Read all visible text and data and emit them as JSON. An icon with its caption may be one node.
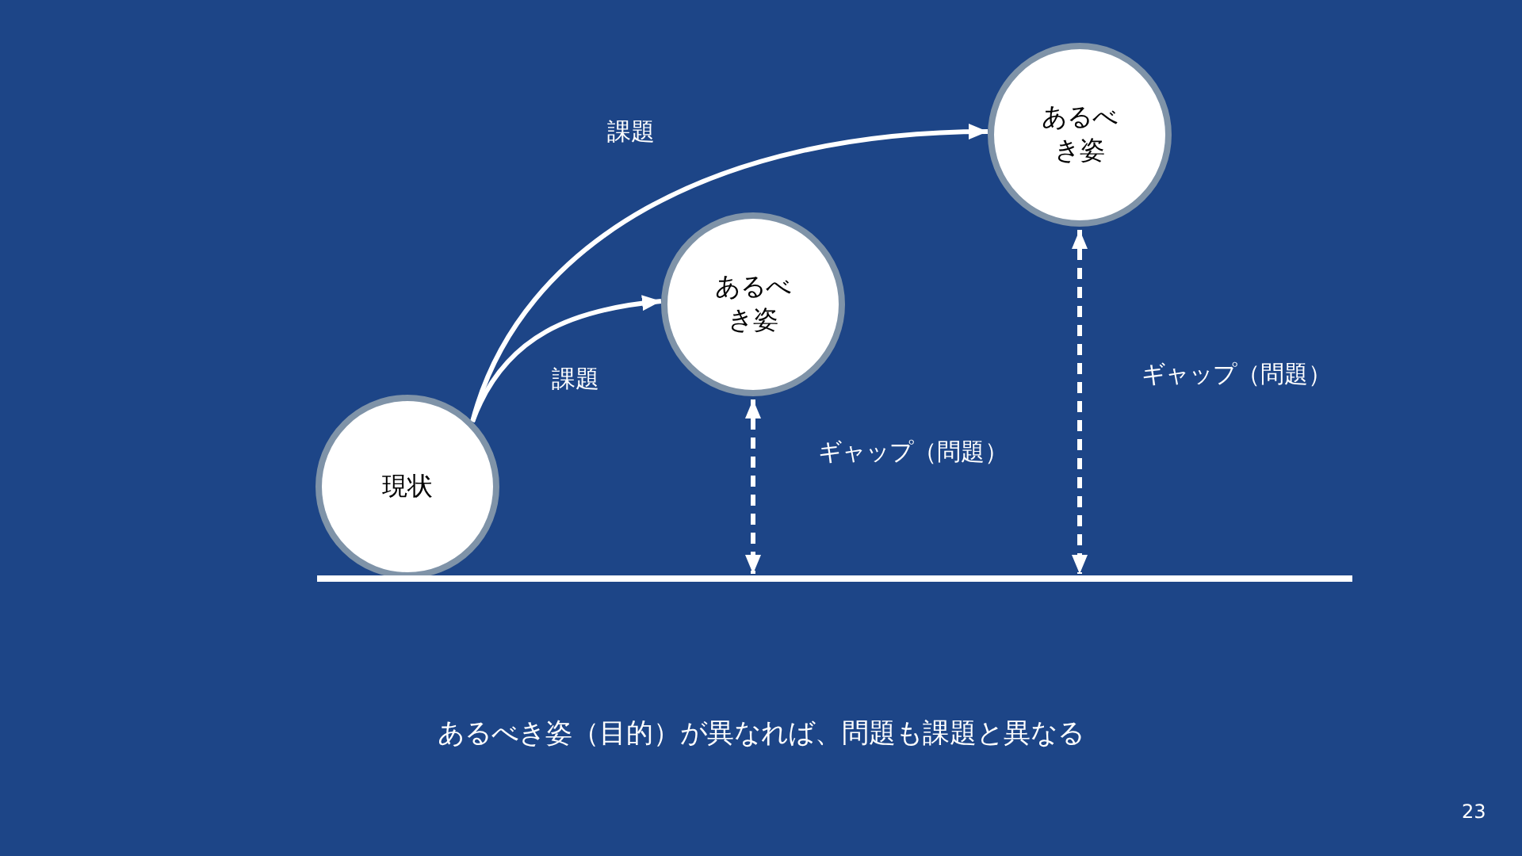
{
  "diagram": {
    "caption": "あるべき姿（目的）が異なれば、問題も課題と異なる",
    "nodes": [
      {
        "text": [
          "現状"
        ]
      },
      {
        "text": [
          "あるべき姿"
        ]
      },
      {
        "text": [
          "あるべき姿"
        ]
      },
      {
        "text": [],
        "shape": "bar"
      }
    ],
    "edges": [
      {
        "from": 0,
        "to": 1,
        "arrow": "to",
        "label": "課題"
      },
      {
        "from": 0,
        "to": 2,
        "arrow": "to",
        "label": "課題"
      },
      {
        "from": 1,
        "to": 3,
        "arrow": "both",
        "style": "dashed",
        "label": "ギャップ（問題）"
      },
      {
        "from": 2,
        "to": 3,
        "arrow": "both",
        "style": "dashed",
        "label": "ギャップ（問題）"
      }
    ],
    "labels": [
      "23"
    ]
  }
}
